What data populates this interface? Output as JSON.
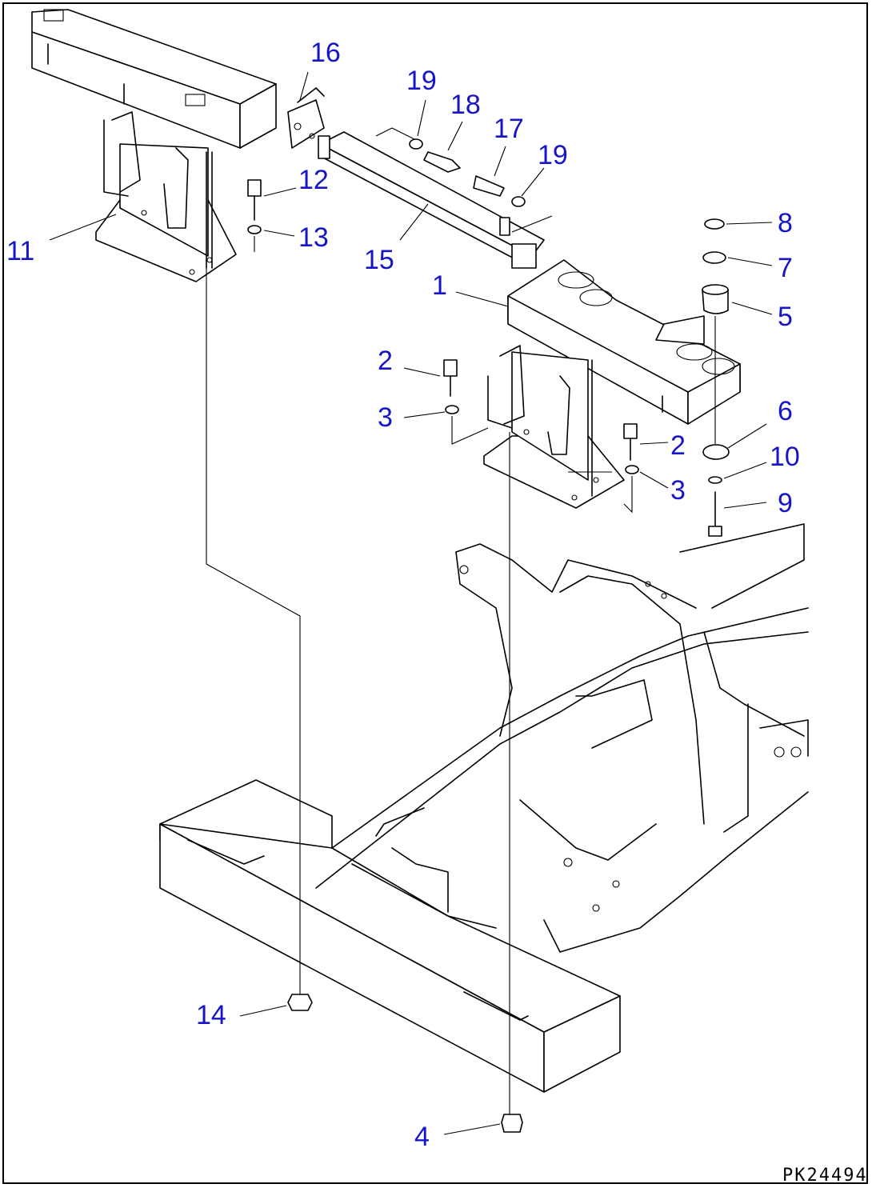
{
  "drawing_code": "PK24494",
  "callouts": {
    "c1": "1",
    "c2a": "2",
    "c2b": "2",
    "c3a": "3",
    "c3b": "3",
    "c4": "4",
    "c5": "5",
    "c6": "6",
    "c7": "7",
    "c8": "8",
    "c9": "9",
    "c10": "10",
    "c11": "11",
    "c12": "12",
    "c13": "13",
    "c14": "14",
    "c15": "15",
    "c16": "16",
    "c17": "17",
    "c18": "18",
    "c19a": "19",
    "c19b": "19"
  }
}
